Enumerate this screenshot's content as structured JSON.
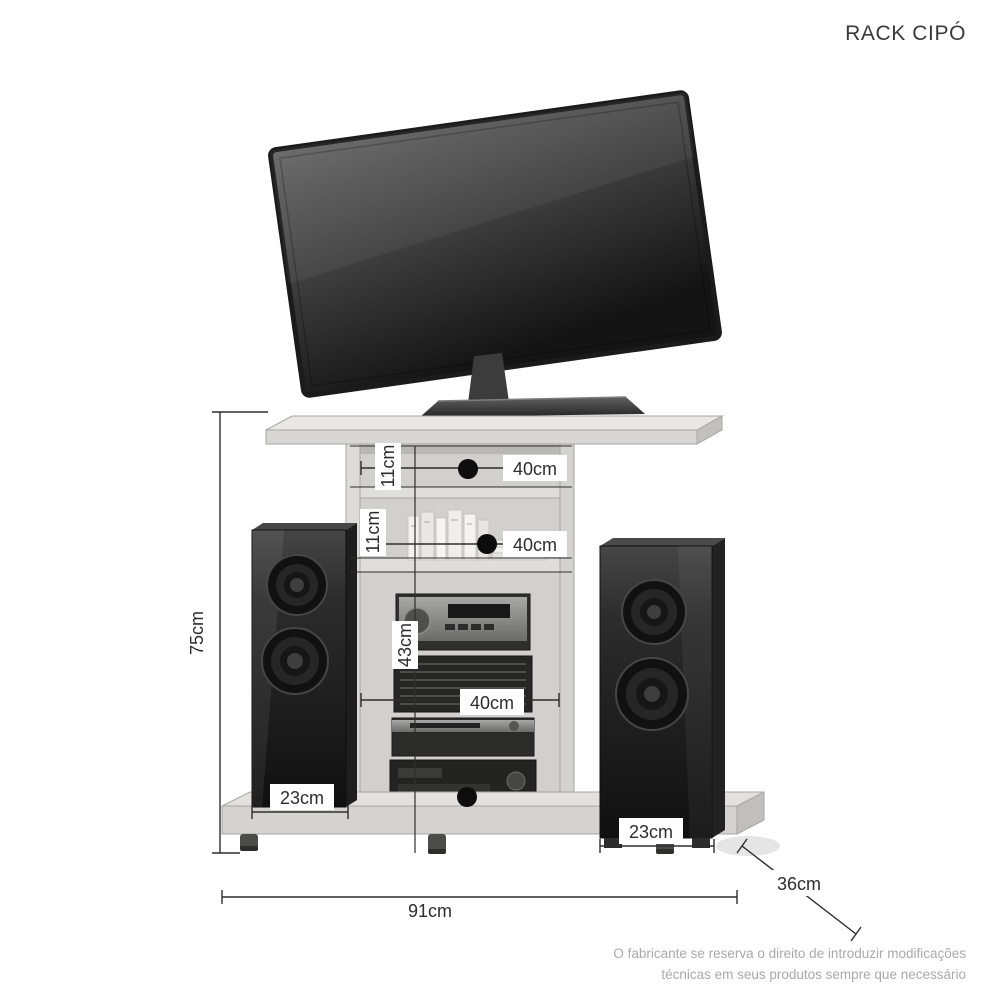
{
  "page": {
    "title": "RACK CIPÓ",
    "footer_line1": "O fabricante se reserva o direito de introduzir modificações",
    "footer_line2": "técnicas em seus produtos sempre que necessário"
  },
  "dimensions": {
    "total_height": "75cm",
    "upper_shelf_height": "11cm",
    "middle_shelf_height": "11cm",
    "lower_compartment_height": "43cm",
    "upper_shelf_width": "40cm",
    "middle_shelf_width": "40cm",
    "lower_compartment_width": "40cm",
    "left_side_width": "23cm",
    "right_side_width": "23cm",
    "total_width": "91cm",
    "depth": "36cm"
  }
}
